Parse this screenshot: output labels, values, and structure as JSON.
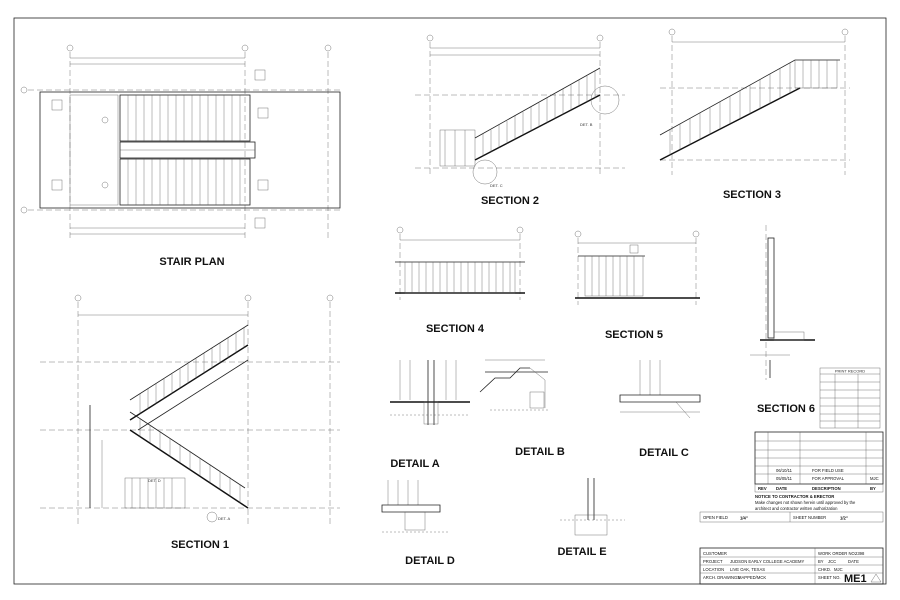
{
  "views": {
    "stair_plan": "STAIR PLAN",
    "section_1": "SECTION 1",
    "section_2": "SECTION 2",
    "section_3": "SECTION 3",
    "section_4": "SECTION 4",
    "section_5": "SECTION 5",
    "section_6": "SECTION 6",
    "detail_a": "DETAIL A",
    "detail_b": "DETAIL B",
    "detail_c": "DETAIL C",
    "detail_d": "DETAIL D",
    "detail_e": "DETAIL E"
  },
  "callouts": {
    "det_a": "DET. A",
    "det_b": "DET. B",
    "det_c": "DET. C",
    "det_d": "DET. D"
  },
  "print_record": {
    "title": "PRINT RECORD"
  },
  "revisions": {
    "rows": [
      {
        "rev": "",
        "date": "06/10/11",
        "desc": "FOR FIELD USE",
        "by": ""
      },
      {
        "rev": "",
        "date": "05/05/11",
        "desc": "FOR APPROVAL",
        "by": "MJC"
      }
    ],
    "headers": {
      "rev": "REV",
      "date": "DATE",
      "desc": "DESCRIPTION",
      "by": "BY"
    }
  },
  "notice": {
    "title": "NOTICE TO CONTRACTOR & ERECTOR",
    "line1": "Make changes not shown herein until approved by the",
    "line2": "architect and contractor written authorization"
  },
  "scale": {
    "label1": "OPEN FIELD",
    "val1": "1/4\"",
    "label2": "SHEET NUMBER",
    "val2": "1/2\""
  },
  "title_block": {
    "customer_label": "CUSTOMER",
    "project_label": "PROJECT",
    "project_value": "JUDSON EARLY COLLEGE ACADEMY",
    "location_label": "LOCATION",
    "location_value": "LIVE OAK, TEXAS",
    "arch_label": "ARCH. DRAWINGS",
    "arch_value": "MAPPED/MCK",
    "work_order_label": "WORK ORDER NO.",
    "work_order_value": "2398",
    "by_label": "BY",
    "by_value": "JCC",
    "date_label": "DATE",
    "chkd_label": "CHKD.",
    "chkd_value": "MJC",
    "sheet_label": "SHEET NO.",
    "sheet_value": "ME1"
  }
}
